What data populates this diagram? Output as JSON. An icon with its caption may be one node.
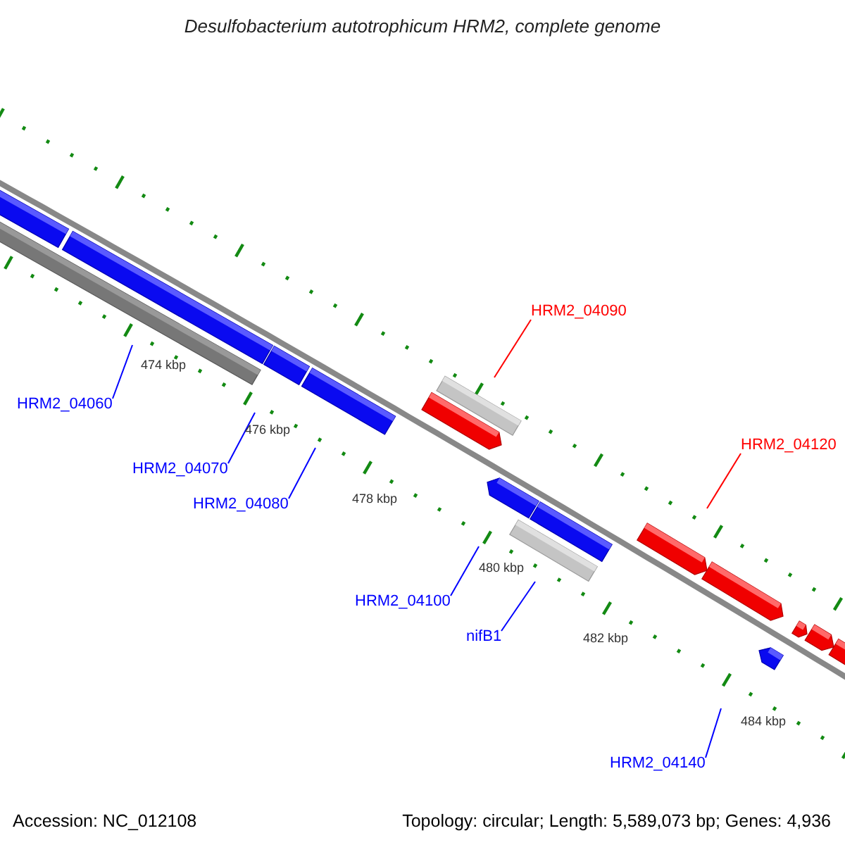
{
  "diagram": {
    "title": "Desulfobacterium autotrophicum HRM2, complete genome",
    "nodes": [
      {
        "text": [
          "HRM2_04060"
        ]
      },
      {
        "text": [
          "HRM2_04070"
        ]
      },
      {
        "text": [
          "HRM2_04080"
        ]
      },
      {
        "text": [
          "HRM2_04090"
        ]
      },
      {
        "text": [
          "HRM2_04100"
        ]
      },
      {
        "text": [
          "nifB1"
        ]
      },
      {
        "text": [
          "HRM2_04120"
        ]
      },
      {
        "text": [
          "HRM2_04140"
        ]
      }
    ],
    "edges": [
      {
        "from": 0,
        "to": null,
        "arrow": "none"
      },
      {
        "from": 1,
        "to": null,
        "arrow": "none"
      },
      {
        "from": 2,
        "to": null,
        "arrow": "none"
      },
      {
        "from": 3,
        "to": null,
        "arrow": "none",
        "color": "#ff0000"
      },
      {
        "from": 4,
        "to": null,
        "arrow": "none"
      },
      {
        "from": 5,
        "to": null,
        "arrow": "none"
      },
      {
        "from": 6,
        "to": null,
        "arrow": "none",
        "color": "#ff0000"
      },
      {
        "from": 7,
        "to": null,
        "arrow": "none"
      }
    ],
    "labels": [
      "474 kbp",
      "476 kbp",
      "478 kbp",
      "480 kbp",
      "482 kbp",
      "484 kbp",
      "Accession: NC_012108",
      "Topology: circular; Length: 5,589,073 bp; Genes: 4,936"
    ]
  }
}
